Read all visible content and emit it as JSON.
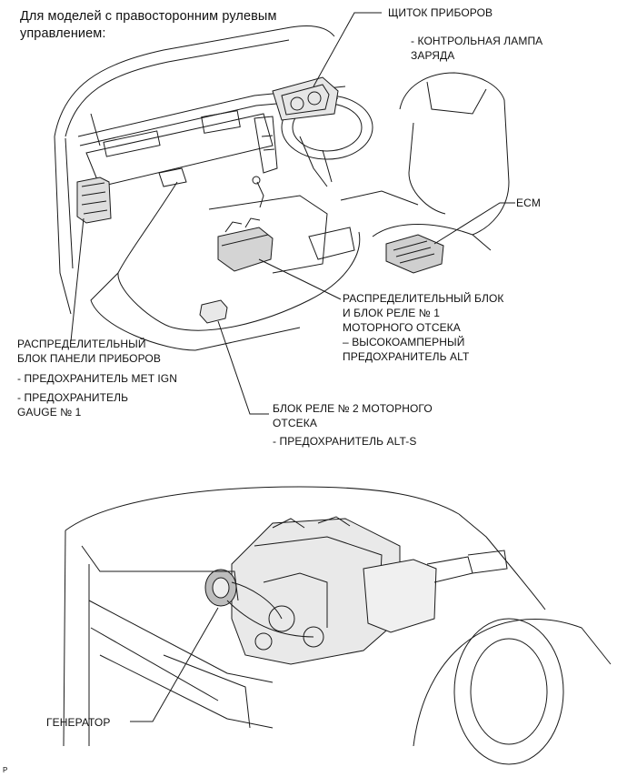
{
  "title": "Для моделей с правосторонним рулевым управлением:",
  "callouts": {
    "instrument_panel": {
      "name": "ЩИТОК ПРИБОРОВ",
      "item": "- КОНТРОЛЬНАЯ ЛАМПА ЗАРЯДА"
    },
    "ecm": {
      "name": "ECM"
    },
    "engine_room_relay_1": {
      "name_lines": [
        "РАСПРЕДЕЛИТЕЛЬНЫЙ БЛОК",
        "И БЛОК РЕЛЕ № 1",
        "МОТОРНОГО ОТСЕКА"
      ],
      "item_lines": [
        "– ВЫСОКОАМПЕРНЫЙ",
        "ПРЕДОХРАНИТЕЛЬ ALT"
      ]
    },
    "instrument_panel_junction": {
      "name_lines": [
        "РАСПРЕДЕЛИТЕЛЬНЫЙ",
        "БЛОК ПАНЕЛИ ПРИБОРОВ"
      ],
      "item1": "- ПРЕДОХРАНИТЕЛЬ MET IGN",
      "item2_lines": [
        "- ПРЕДОХРАНИТЕЛЬ",
        "GAUGE № 1"
      ]
    },
    "engine_room_relay_2": {
      "name_lines": [
        "БЛОК РЕЛЕ № 2 МОТОРНОГО",
        "ОТСЕКА"
      ],
      "item": "- ПРЕДОХРАНИТЕЛЬ ALT-S"
    },
    "generator": {
      "name": "ГЕНЕРАТОР"
    }
  },
  "footer_mark": "P"
}
